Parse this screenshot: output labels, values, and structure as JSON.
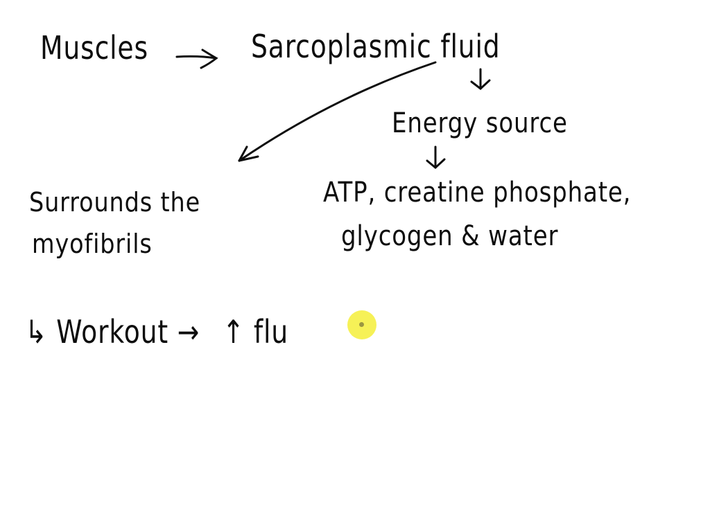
{
  "canvas": {
    "background": "#ffffff",
    "ink_color": "#0d0d0d",
    "cursor_color": "#f5ef3a"
  },
  "notes": {
    "line1": {
      "left": "Muscles",
      "arrow": "→",
      "right": "Sarcoplasmic fluid"
    },
    "energy": "Energy source",
    "down_arrow": "↓",
    "components_line1": "ATP, creatine phosphate,",
    "components_line2": "glycogen & water",
    "surrounds_line1": "Surrounds the",
    "surrounds_line2": "myofibrils",
    "workout": {
      "bullet": "↳",
      "label": "Workout",
      "arrow": "→",
      "up": "↑",
      "text": "flu"
    }
  }
}
